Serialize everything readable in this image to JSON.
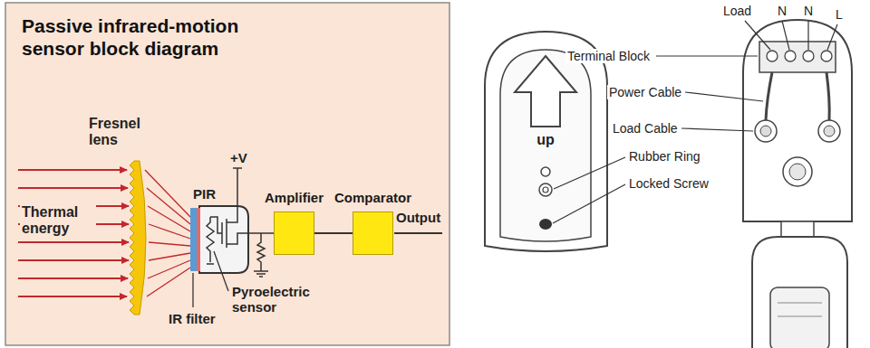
{
  "diagram": {
    "title": "Passive infrared-motion sensor block diagram",
    "nodes": [
      {
        "text": [
          "Amplifier"
        ]
      },
      {
        "text": [
          "Comparator"
        ]
      }
    ],
    "edges": [
      {
        "from": 0,
        "to": 1,
        "arrow": "none"
      }
    ],
    "labels": [
      "Fresnel lens",
      "Thermal energy",
      "PIR",
      "+V",
      "Output",
      "Pyroelectric sensor",
      "IR filter",
      "up",
      "Terminal Block",
      "Power Cable",
      "Load Cable",
      "Rubber Ring",
      "Locked Screw",
      "Load",
      "N",
      "N",
      "L"
    ]
  }
}
